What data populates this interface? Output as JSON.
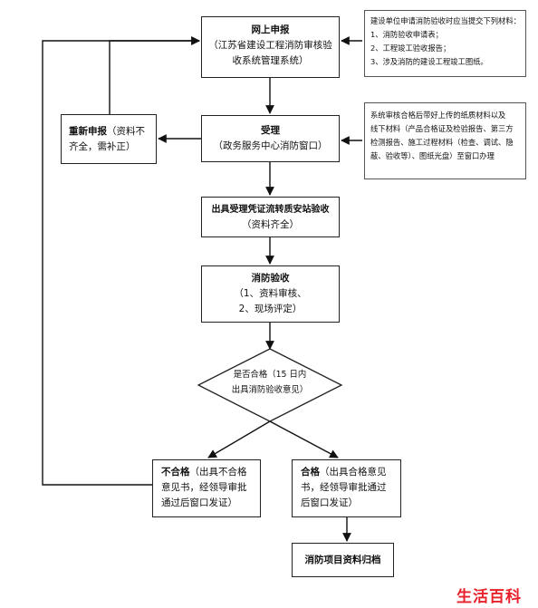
{
  "flowchart": {
    "online": {
      "title": "网上申报",
      "lines": [
        "（江苏省建设工程消防审核验",
        "收系统管理系统）"
      ]
    },
    "accept": {
      "title": "受理",
      "lines": [
        "（政务服务中心消防窗口）"
      ]
    },
    "resubmit": {
      "title": "重新申报",
      "lines": [
        "（资料不",
        "齐全，需补正）"
      ]
    },
    "certificate": {
      "title": "出具受理凭证流转质安站验收",
      "lines": [
        "（资料齐全）"
      ]
    },
    "inspection": {
      "title": "消防验收",
      "lines": [
        "（1、资料审核、",
        "2、现场评定）"
      ]
    },
    "decision": {
      "lines": [
        "是否合格（15 日内",
        "出具消防验收意见）"
      ]
    },
    "fail": {
      "title": "不合格",
      "lines": [
        "（出具不合格",
        "意见书，经领导审批",
        "通过后窗口发证）"
      ]
    },
    "pass": {
      "title": "合格",
      "lines": [
        "（出具合格意见",
        "书，经领导审批通过",
        "后窗口发证）"
      ]
    },
    "archive": {
      "title": "消防项目资料归档"
    }
  },
  "notes": {
    "materials": [
      "建设单位申请消防验收时应当提交下列材料：",
      "1、消防验收申请表；",
      "2、工程竣工验收报告；",
      "3、涉及消防的建设工程竣工图纸。"
    ],
    "offline": [
      "系统审核合格后带好上传的纸质材料以及",
      "线下材料（产品合格证及检验报告、第三方",
      "检测报告、施工过程材料（检查、调试、隐",
      "蔽、验收等）、图纸光盘）至窗口办理"
    ]
  },
  "watermark": "生活百科"
}
